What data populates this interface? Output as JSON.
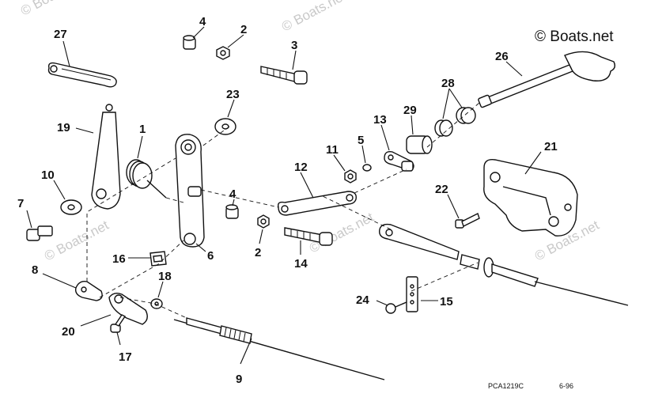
{
  "copyright": "© Boats.net",
  "watermark": "© Boats.net",
  "drawing_code": "PCA1219C",
  "drawing_date": "6-96",
  "callouts": [
    "1",
    "2",
    "2",
    "3",
    "4",
    "4",
    "5",
    "6",
    "7",
    "8",
    "9",
    "10",
    "11",
    "12",
    "13",
    "14",
    "15",
    "16",
    "17",
    "18",
    "19",
    "20",
    "21",
    "22",
    "23",
    "24",
    "26",
    "27",
    "28",
    "29"
  ]
}
